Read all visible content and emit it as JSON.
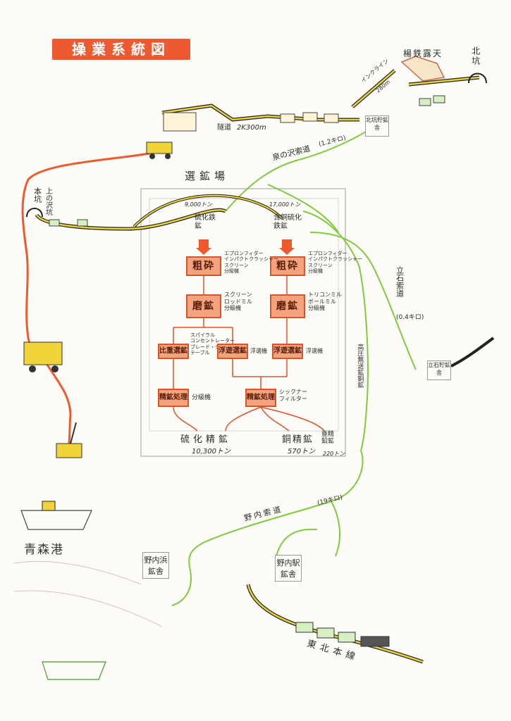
{
  "title": "操業系統図",
  "mine": {
    "open_pit": "楊鉄露天",
    "north_pit": "北坑",
    "incline": "インクライン",
    "incline_len": "280m",
    "tunnel": "隧道",
    "tunnel_len": "2K300m",
    "main_pit": "本坑",
    "kamisawa_pit": "上の沢坑",
    "kita_storage": "北坑貯鉱舎"
  },
  "ropeways": {
    "izumi": "泉の沢索道",
    "izumi_len": "(1.2キロ)",
    "tateishi": "立石索道",
    "tateishi_len": "(0.4キロ)",
    "nonai": "野内索道",
    "nonai_len": "(19キロ)",
    "high_pressure": "高圧無送鉱銅鉱"
  },
  "mill": {
    "label": "選鉱場",
    "left_ore_tons": "9,000トン",
    "right_ore_tons": "17,000トン",
    "left_ore": "硫化鉄鉱",
    "right_ore": "含銅硫化鉄鉱",
    "crush_left": "粗砕",
    "crush_right": "粗砕",
    "crush_left_note": "エプロンフィダー\nインパクトクラッシャー\nスクリーン\n分級機",
    "crush_right_note": "エプロンフィダー\nインパクトクラッシャー\nスクリーン\n分級機",
    "grind_left": "磨鉱",
    "grind_right": "磨鉱",
    "grind_left_note": "スクリーン\nロッドミル\n分級機",
    "grind_right_note": "トリコンミル\nボールミル\n分級機",
    "gravity": "比重選鉱",
    "gravity_note": "スパイラル\nコンセントレーター\nブレード・ジッグ\nテーブル",
    "flot_mid": "浮遊選鉱",
    "flot_mid_note": "浮選機",
    "flot_right": "浮遊選鉱",
    "flot_right_note": "浮選機",
    "conc_left": "精鉱処理",
    "conc_left_note": "分級機",
    "conc_right": "精鉱処理",
    "conc_right_note": "シックナー\nフィルター"
  },
  "products": {
    "sulfide": "硫化精鉱",
    "sulfide_tons": "10,300トン",
    "copper": "銅精鉱",
    "copper_tons": "570トン",
    "zinc": "亜精鉛鉱",
    "zinc_tons": "220トン"
  },
  "tateishi_storage": "立石貯鉱舎",
  "nonai_beach": "野内浜鉱舎",
  "nonai_station": "野内駅鉱舎",
  "port": "青森港",
  "railway": "東北本線",
  "colors": {
    "red_route": "#ef5a2c",
    "green_route": "#7ecb3c",
    "rail_yellow": "#e8d43a",
    "box_fill": "#f3a37e",
    "box_border": "#d8552a"
  }
}
